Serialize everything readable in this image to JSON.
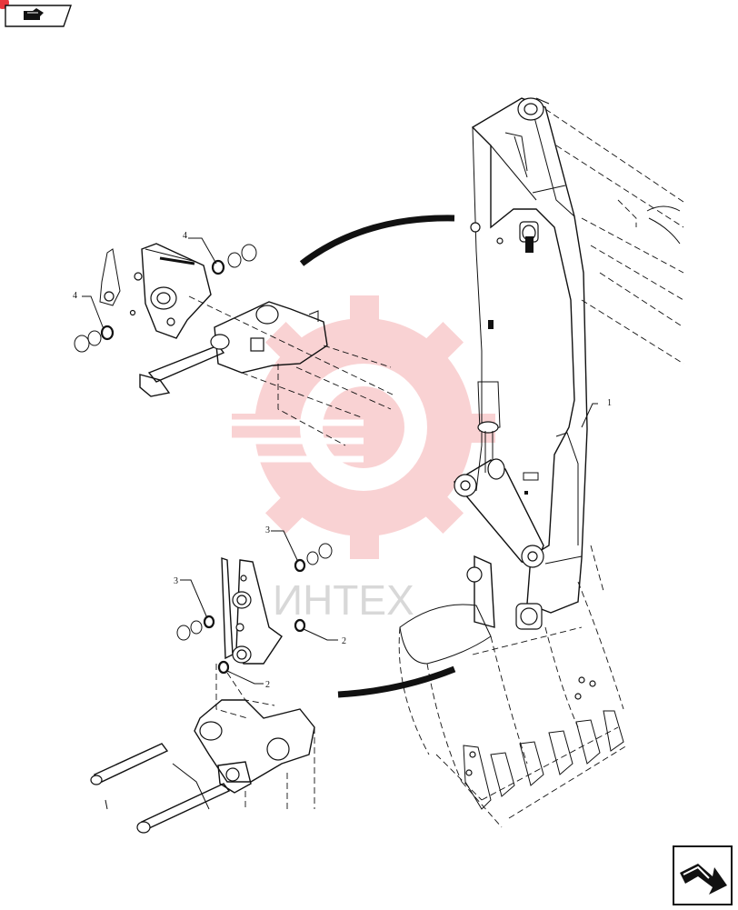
{
  "callouts": {
    "c1": "1",
    "c2a": "2",
    "c2b": "2",
    "c3a": "3",
    "c3b": "3",
    "c4a": "4",
    "c4b": "4"
  },
  "watermark": {
    "text": "ИНТЕХ",
    "color": "#e8383d"
  },
  "icons": {
    "nav_tab": "hand-pointer-icon",
    "nav_next": "next-page-arrow-icon"
  },
  "accent_color": "#e8383d"
}
